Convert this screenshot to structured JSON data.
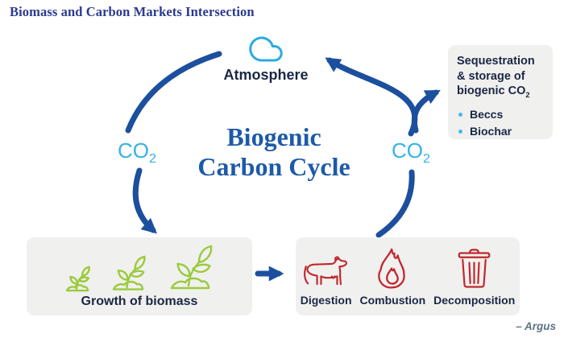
{
  "header": {
    "title": "Biomass and Carbon Markets Intersection"
  },
  "attribution": "– Argus",
  "diagram": {
    "center": {
      "line1": "Biogenic",
      "line2": "Carbon Cycle"
    },
    "atmosphere": {
      "label": "Atmosphere",
      "icon": "cloud-icon"
    },
    "co2_left": {
      "base": "CO",
      "sub": "2"
    },
    "co2_right": {
      "base": "CO",
      "sub": "2"
    },
    "sequestration": {
      "title_line1": "Sequestration",
      "title_line2": "& storage of",
      "title_line3_base": "biogenic CO",
      "title_line3_sub": "2",
      "bullets": [
        "Beccs",
        "Biochar"
      ]
    },
    "growth": {
      "label": "Growth of biomass",
      "icons": [
        "seedling-small-icon",
        "seedling-medium-icon",
        "seedling-large-icon"
      ]
    },
    "emissions": {
      "items": [
        {
          "label": "Digestion",
          "icon": "cow-icon"
        },
        {
          "label": "Combustion",
          "icon": "flame-icon"
        },
        {
          "label": "Decomposition",
          "icon": "trash-icon"
        }
      ]
    }
  },
  "colors": {
    "header_blue": "#2b3a8f",
    "cycle_title_blue": "#1d5aa8",
    "arrow_blue": "#1c4f9d",
    "co2_cyan": "#33b3e8",
    "cloud_cyan": "#29abe2",
    "navy_text": "#1a2744",
    "plant_green": "#9aca3c",
    "icon_red": "#c0272d",
    "box_gray": "#f0f0ef",
    "attribution_gray": "#5b7486"
  }
}
